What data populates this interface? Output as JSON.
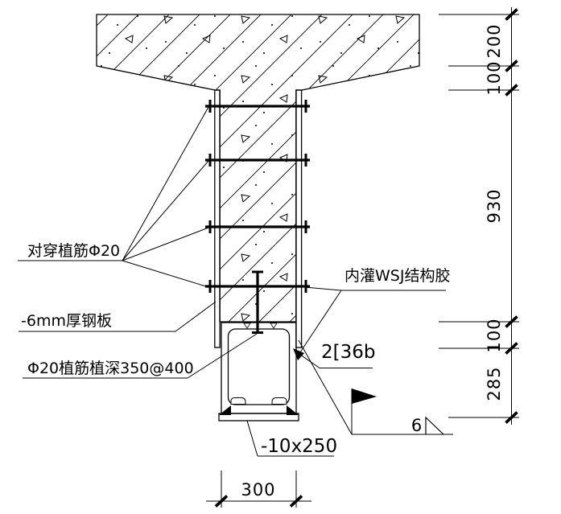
{
  "colors": {
    "ink": "#000000",
    "paper": "#ffffff"
  },
  "callouts": {
    "through_rebar": "对穿植筋Φ20",
    "steel_plate": "-6mm厚钢板",
    "planted_rebar": "Φ20植筋植深350@400",
    "structural_adhesive": "内灌WSJ结构胶",
    "channels": "2[36b",
    "bottom_plate": "-10x250"
  },
  "weld": {
    "fillet_size": "6"
  },
  "dimensions": {
    "right_chain": [
      {
        "value": "200"
      },
      {
        "value": "100"
      },
      {
        "value": "930"
      },
      {
        "value": "100"
      },
      {
        "value": "285"
      }
    ],
    "bottom_width": {
      "value": "300"
    }
  }
}
